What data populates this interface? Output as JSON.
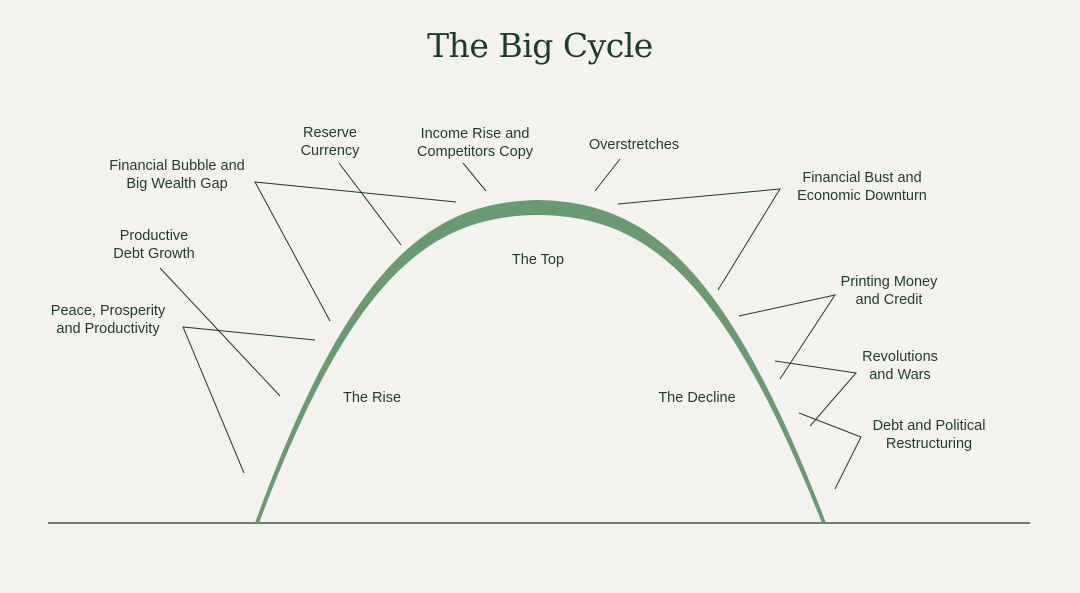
{
  "title": "The Big Cycle",
  "colors": {
    "background": "#f4f2ee",
    "curve": "#6a9a71",
    "lines": "#1f3a30",
    "text": "#1f3a30"
  },
  "phases": {
    "rise": "The Rise",
    "top": "The Top",
    "decline": "The Decline"
  },
  "stages": [
    {
      "line1": "Peace, Prosperity",
      "line2": "and Productivity"
    },
    {
      "line1": "Productive",
      "line2": "Debt Growth"
    },
    {
      "line1": "Financial Bubble and",
      "line2": "Big Wealth Gap"
    },
    {
      "line1": "Reserve",
      "line2": "Currency"
    },
    {
      "line1": "Income Rise and",
      "line2": "Competitors Copy"
    },
    {
      "line1": "Overstretches",
      "line2": ""
    },
    {
      "line1": "Financial Bust and",
      "line2": "Economic Downturn"
    },
    {
      "line1": "Printing Money",
      "line2": "and Credit"
    },
    {
      "line1": "Revolutions",
      "line2": "and Wars"
    },
    {
      "line1": "Debt and Political",
      "line2": "Restructuring"
    }
  ]
}
